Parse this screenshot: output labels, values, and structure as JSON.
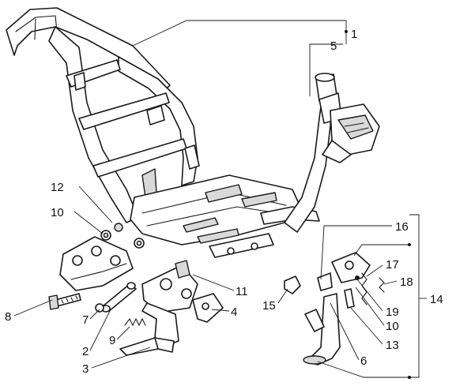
{
  "diagram": {
    "callouts": {
      "c1": "1",
      "c2": "2",
      "c3": "3",
      "c4": "4",
      "c5": "5",
      "c6": "6",
      "c7": "7",
      "c8": "8",
      "c9": "9",
      "c10a": "10",
      "c10b": "10",
      "c11": "11",
      "c12": "12",
      "c13": "13",
      "c14": "14",
      "c15": "15",
      "c16": "16",
      "c17": "17",
      "c18": "18",
      "c19": "19"
    }
  }
}
